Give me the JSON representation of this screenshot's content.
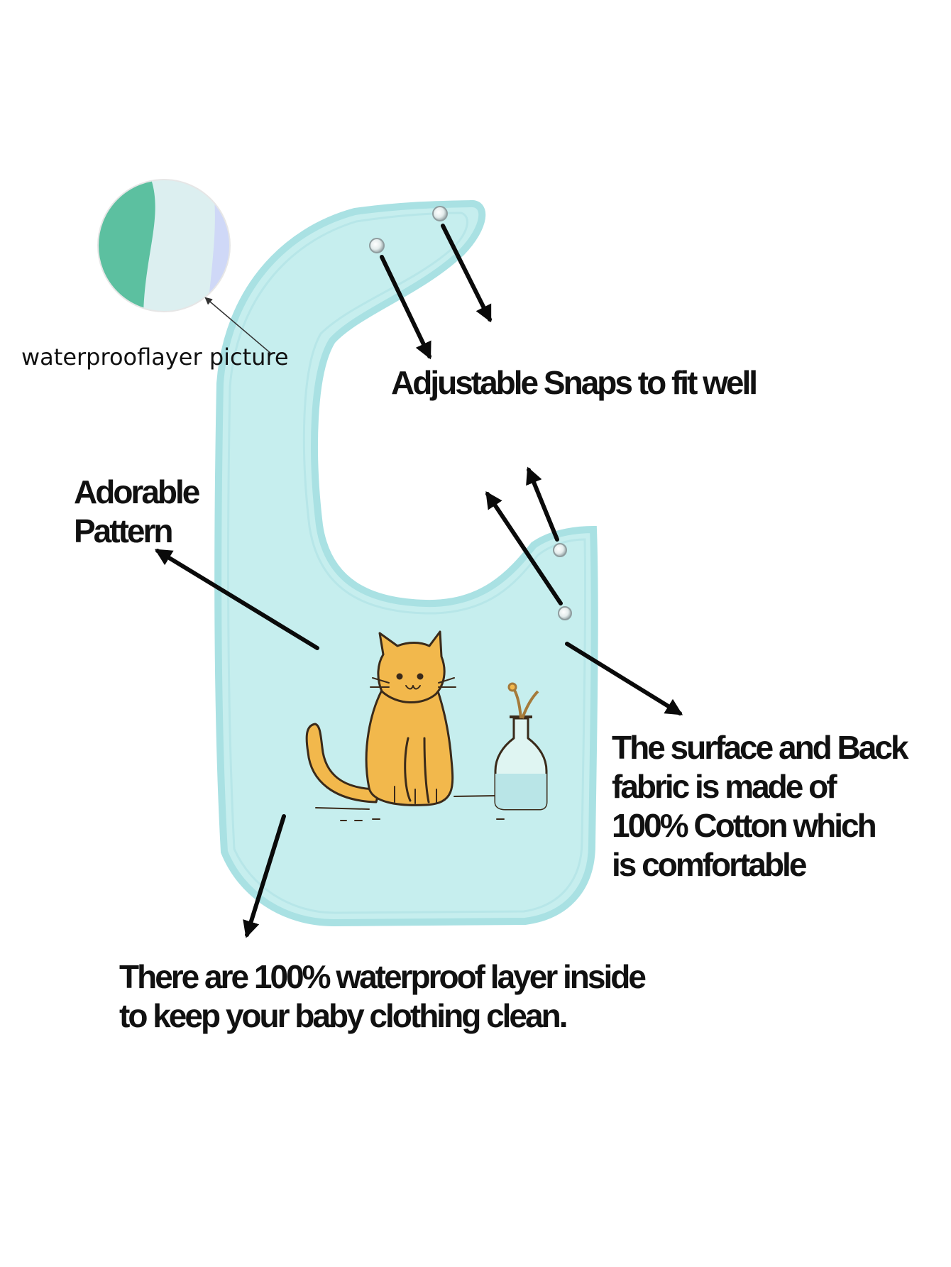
{
  "labels": {
    "waterproof_picture": "waterprooflayer picture",
    "snaps": "Adjustable Snaps to fit well",
    "pattern": [
      "Adorable",
      "Pattern"
    ],
    "cotton": [
      "The surface and Back",
      "fabric is made of",
      "100% Cotton which",
      "is comfortable"
    ],
    "waterproof_layer": [
      "There are 100% waterproof layer inside",
      "to keep your baby clothing  clean."
    ]
  },
  "colors": {
    "bib_fill": "#c6eeee",
    "bib_edge": "#a9e1e3",
    "cat_fill": "#f2b84c",
    "cat_outline": "#3a2a1a",
    "arrow": "#0a0a0a",
    "swatch_green": "#5cc0a0",
    "swatch_light": "#dceff0"
  },
  "illustration": {
    "subject": "baby bib with cat and bottle print",
    "icons": [
      "bib-icon",
      "cat-icon",
      "bottle-icon",
      "snap-icon",
      "fabric-swatch-icon"
    ]
  }
}
